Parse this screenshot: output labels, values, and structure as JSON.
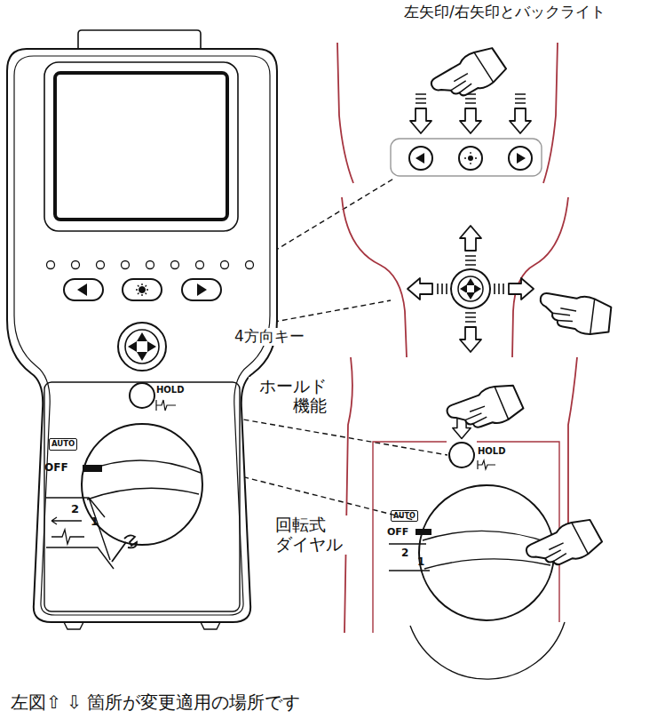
{
  "diagram": {
    "caption": "左図⇧ ⇩ 箇所が変更適用の場所です",
    "labels": [
      "左矢印/右矢印とバックライト",
      "4方向キー",
      "ホールド 機能",
      "回転式 ダイヤル",
      "HOLD",
      "AUTO",
      "OFF",
      "2",
      "1",
      "HOLD",
      "AUTO",
      "OFF",
      "2",
      "1"
    ]
  }
}
